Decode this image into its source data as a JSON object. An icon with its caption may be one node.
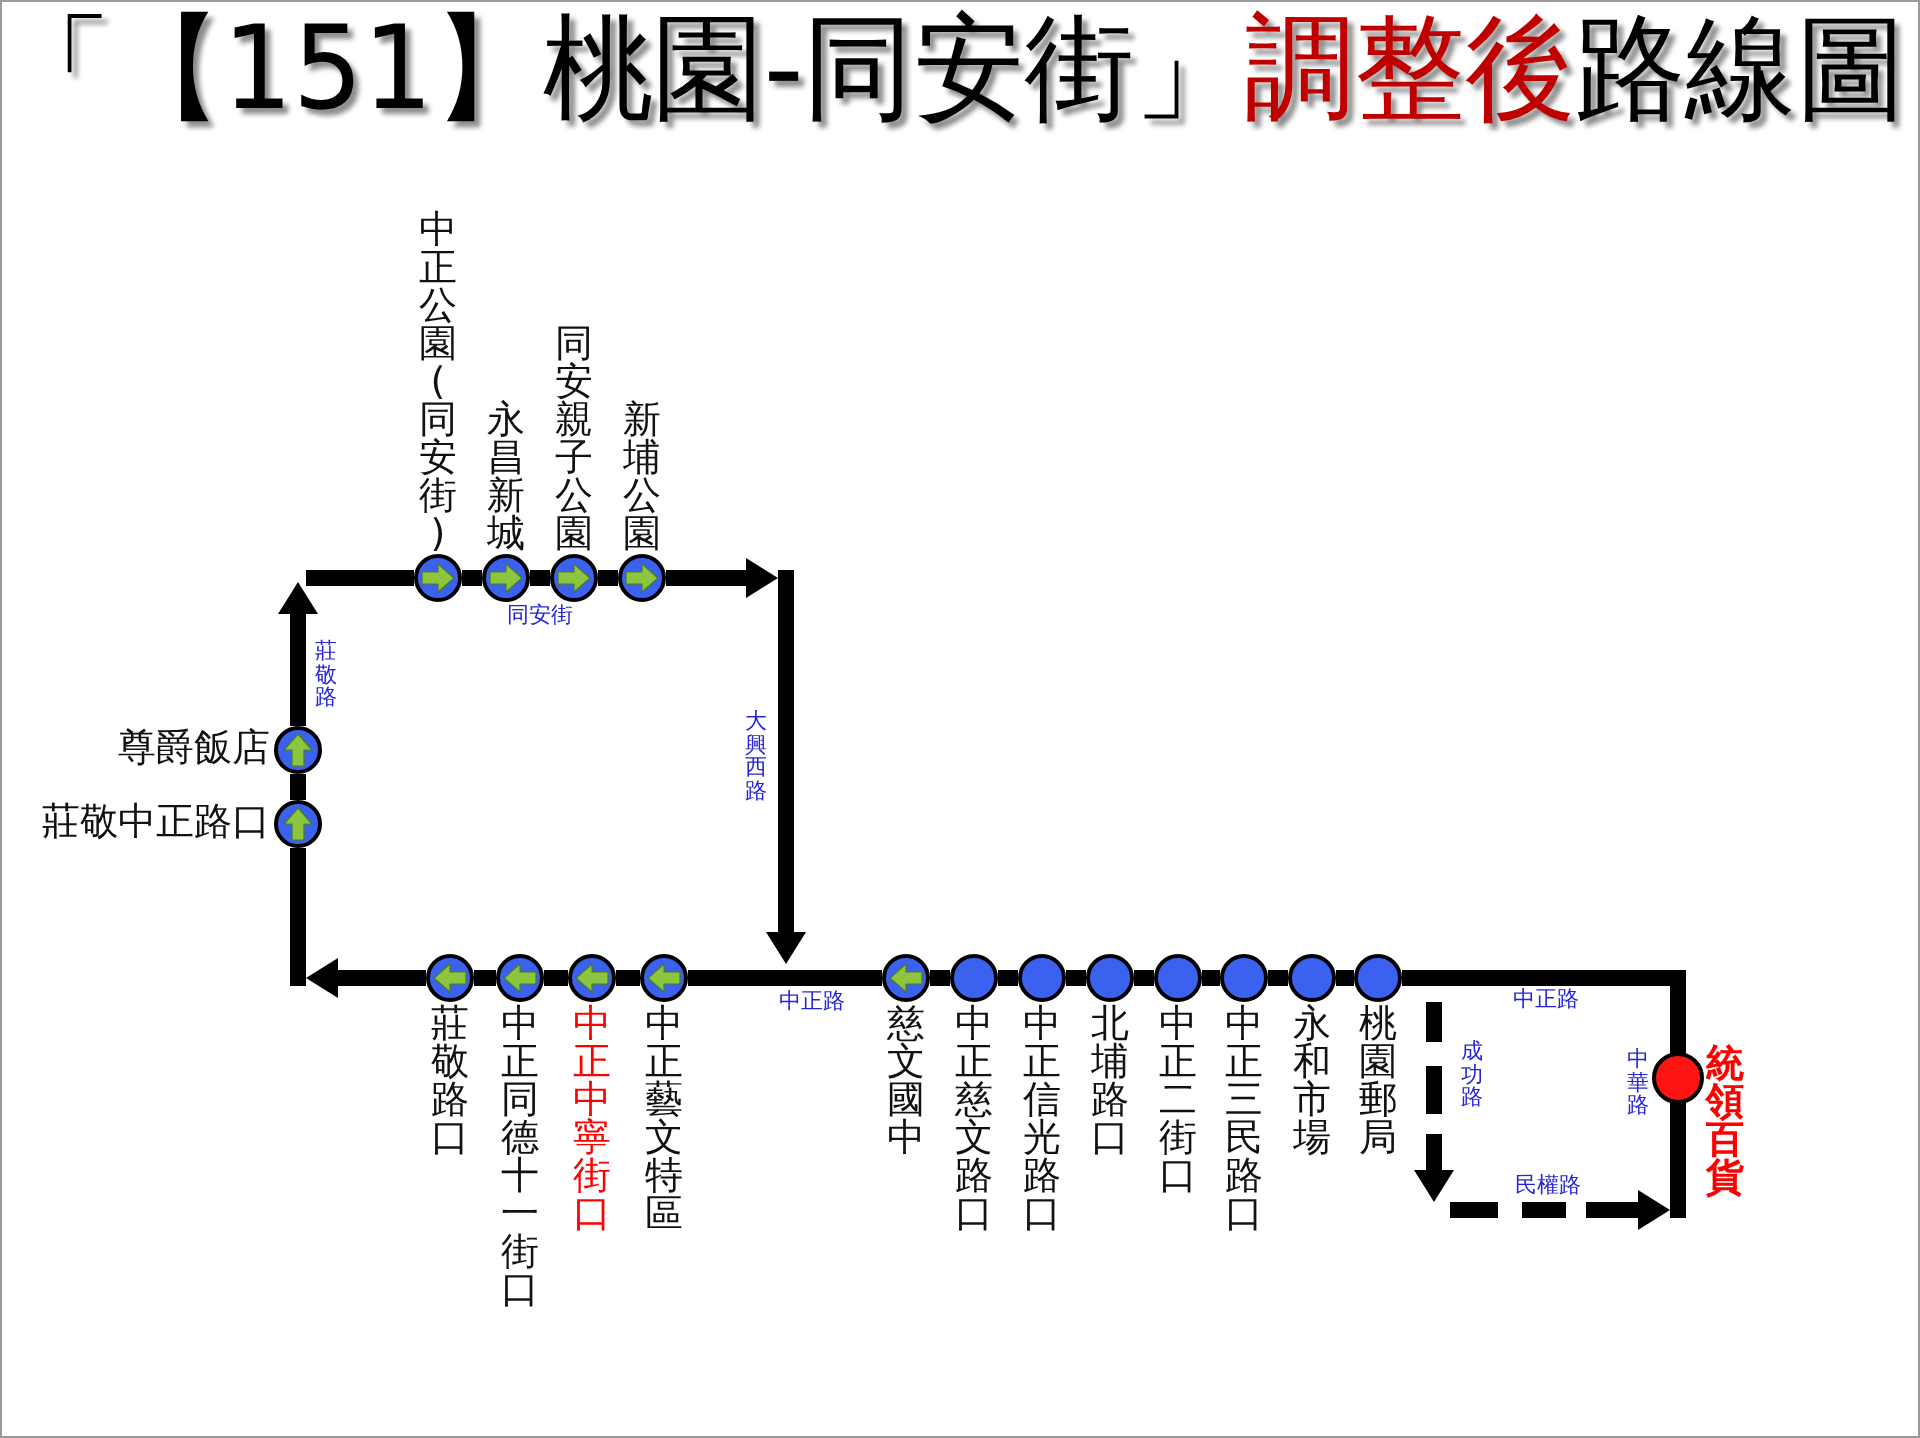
{
  "diagram": {
    "title": "「【151】桃園-同安街」**調整後**路線圖",
    "nodes": [
      {
        "text": [],
        "shape": "circle",
        "beside": [
          "統領百貨"
        ]
      },
      {
        "text": [],
        "shape": "circle",
        "beside": [
          "桃園郵局"
        ]
      },
      {
        "text": [],
        "shape": "circle",
        "beside": [
          "永和市場"
        ]
      },
      {
        "text": [],
        "shape": "circle",
        "beside": [
          "中正三民路口"
        ]
      },
      {
        "text": [],
        "shape": "circle",
        "beside": [
          "中正二街口"
        ]
      },
      {
        "text": [],
        "shape": "circle",
        "beside": [
          "北埔路口"
        ]
      },
      {
        "text": [],
        "shape": "circle",
        "beside": [
          "中正信光路口"
        ]
      },
      {
        "text": [],
        "shape": "circle",
        "beside": [
          "中正慈文路口"
        ]
      },
      {
        "text": [],
        "shape": "circle",
        "beside": [
          "慈文國中"
        ]
      },
      {
        "text": [],
        "shape": "circle",
        "beside": [
          "中正藝文特區"
        ]
      },
      {
        "text": [],
        "shape": "circle",
        "beside": [
          "中正中寧街口"
        ]
      },
      {
        "text": [],
        "shape": "circle",
        "beside": [
          "中正同德十一街口"
        ]
      },
      {
        "text": [],
        "shape": "circle",
        "beside": [
          "莊敬路口"
        ]
      },
      {
        "text": [],
        "shape": "circle",
        "beside": [
          "莊敬中正路口"
        ]
      },
      {
        "text": [],
        "shape": "circle",
        "beside": [
          "尊爵飯店"
        ]
      },
      {
        "text": [],
        "shape": "circle",
        "beside": [
          "中正公園(同安街)"
        ]
      },
      {
        "text": [],
        "shape": "circle",
        "beside": [
          "永昌新城"
        ]
      },
      {
        "text": [],
        "shape": "circle",
        "beside": [
          "同安親子公園"
        ]
      },
      {
        "text": [],
        "shape": "circle",
        "beside": [
          "新埔公園"
        ]
      }
    ],
    "edges": [
      {
        "from": 0,
        "to": 1,
        "arrow": "none"
      },
      {
        "from": 1,
        "to": 2,
        "arrow": "none"
      },
      {
        "from": 2,
        "to": 3,
        "arrow": "none"
      },
      {
        "from": 3,
        "to": 4,
        "arrow": "none"
      },
      {
        "from": 4,
        "to": 5,
        "arrow": "none"
      },
      {
        "from": 5,
        "to": 6,
        "arrow": "none"
      },
      {
        "from": 6,
        "to": 7,
        "arrow": "none"
      },
      {
        "from": 7,
        "to": 8,
        "arrow": "none"
      },
      {
        "from": 8,
        "to": 9,
        "arrow": "none"
      },
      {
        "from": 9,
        "to": 10,
        "arrow": "none"
      },
      {
        "from": 10,
        "to": 11,
        "arrow": "none"
      },
      {
        "from": 11,
        "to": 12,
        "arrow": "none"
      },
      {
        "from": 12,
        "to": null,
        "arrow": "to"
      },
      {
        "from": null,
        "to": 13,
        "arrow": "none"
      },
      {
        "from": 13,
        "to": 14,
        "arrow": "none"
      },
      {
        "from": 14,
        "to": null,
        "arrow": "to"
      },
      {
        "from": null,
        "to": 15,
        "arrow": "none"
      },
      {
        "from": 15,
        "to": 16,
        "arrow": "none"
      },
      {
        "from": 16,
        "to": 17,
        "arrow": "none"
      },
      {
        "from": 17,
        "to": 18,
        "arrow": "none"
      },
      {
        "from": 18,
        "to": null,
        "arrow": "to"
      },
      {
        "from": 1,
        "to": 0,
        "arrow": "to",
        "style": "dashed"
      }
    ],
    "labels": [
      "同安街",
      "莊敬路",
      "大興西路",
      "中正路",
      "中正路",
      "成功路",
      "中華路",
      "民權路"
    ]
  }
}
